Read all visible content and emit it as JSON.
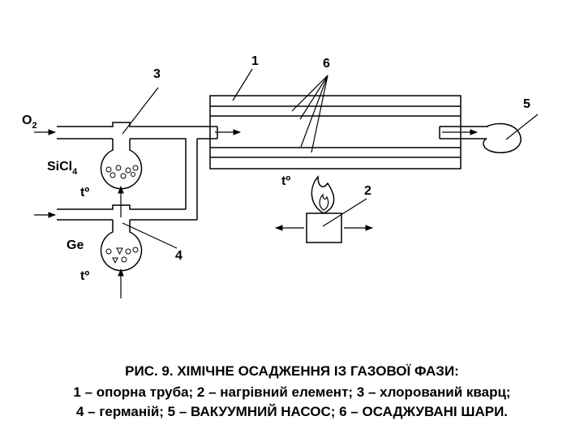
{
  "labels": {
    "n1": "1",
    "n2": "2",
    "n3": "3",
    "n4": "4",
    "n5": "5",
    "n6": "6",
    "o2_main": "O",
    "o2_sub": "2",
    "sicl_main": "SiCl",
    "sicl_sub": "4",
    "ge": "Ge",
    "t_sicl": "tº",
    "t_ge": "tº",
    "t_tube": "tº"
  },
  "caption": {
    "line1": "РИС. 9. ХІМІЧНЕ ОСАДЖЕННЯ ІЗ ГАЗОВОЇ ФАЗИ:",
    "line2": "1 – опорна труба; 2 – нагрівний елемент; 3 – хлорований кварц;",
    "line3": "4 – германій; 5 – ВАКУУМНИЙ НАСОС; 6 – ОСАДЖУВАНІ ШАРИ."
  }
}
